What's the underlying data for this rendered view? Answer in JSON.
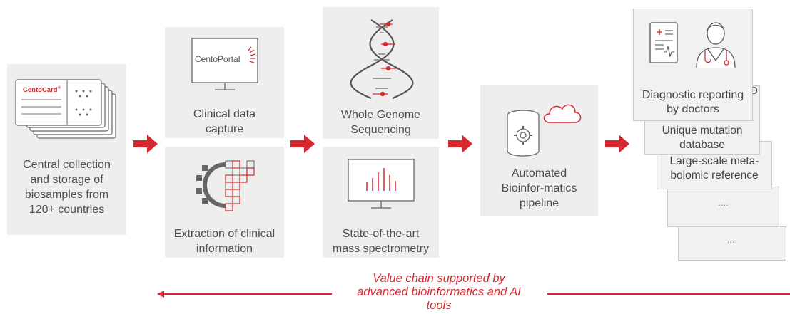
{
  "colors": {
    "accent": "#d7282f",
    "panel": "#eeeeee",
    "text": "#4d4d4d"
  },
  "stage1": {
    "card_brand": "CentoCard",
    "card_brand_mark": "®",
    "label_lines": [
      "Central collection",
      "and storage of",
      "biosamples from",
      "120+ countries"
    ]
  },
  "stage2": {
    "top": {
      "portal_name": "CentoPortal",
      "label_lines": [
        "Clinical data",
        "capture"
      ]
    },
    "bottom": {
      "label_lines": [
        "Extraction of clinical",
        "information"
      ]
    }
  },
  "stage3": {
    "top": {
      "label_lines": [
        "Whole Genome",
        "Sequencing"
      ]
    },
    "bottom": {
      "label_lines": [
        "State-of-the-art",
        "mass spectrometry"
      ]
    }
  },
  "stage4": {
    "label_lines": [
      "Automated",
      "Bioinfor-matics",
      "pipeline"
    ]
  },
  "stage5": {
    "cards": [
      {
        "lines": [
          "Diagnostic reporting",
          "by doctors"
        ]
      },
      {
        "lines": [
          "Unique mutation",
          "database"
        ]
      },
      {
        "lines": [
          "Large-scale meta-",
          "bolomic reference"
        ]
      },
      {
        "lines": [
          "...."
        ]
      },
      {
        "lines": [
          "...."
        ]
      }
    ],
    "peek_char": "D"
  },
  "caption_lines": [
    "Value chain supported by",
    "advanced bioinformatics and AI",
    "tools"
  ],
  "icons": [
    "stacked-cards-icon",
    "monitor-icon",
    "dna-helix-icon",
    "gear-grid-icon",
    "spectrum-monitor-icon",
    "database-gear-icon",
    "cloud-icon",
    "clipboard-report-icon",
    "doctor-icon",
    "arrow-right-icon",
    "arrow-left-icon"
  ]
}
